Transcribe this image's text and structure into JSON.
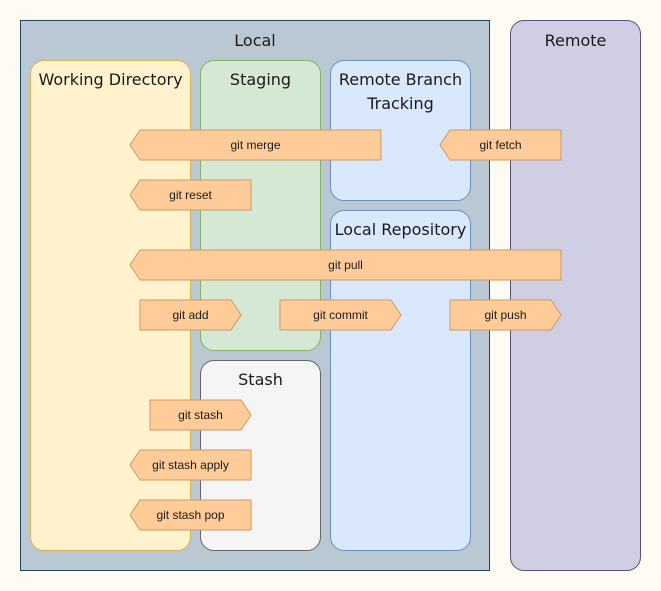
{
  "colors": {
    "local_fill": "#bac8d3",
    "remote_fill": "#d0cee2",
    "working_fill": "#fff2cc",
    "staging_fill": "#d5e8d4",
    "stash_fill": "#f5f5f5",
    "repo_fill": "#dae8fc",
    "arrow_fill": "#ffcc99",
    "arrow_stroke": "#c79a66"
  },
  "zones": {
    "local": "Local",
    "remote": "Remote",
    "working_directory": "Working Directory",
    "staging": "Staging",
    "stash": "Stash",
    "remote_branch_tracking_line1": "Remote Branch",
    "remote_branch_tracking_line2": "Tracking",
    "local_repository": "Local Repository"
  },
  "commands": [
    {
      "id": "git-merge",
      "label": "git merge",
      "direction": "left"
    },
    {
      "id": "git-fetch",
      "label": "git fetch",
      "direction": "left"
    },
    {
      "id": "git-reset",
      "label": "git reset",
      "direction": "left"
    },
    {
      "id": "git-pull",
      "label": "git pull",
      "direction": "left"
    },
    {
      "id": "git-add",
      "label": "git add",
      "direction": "right"
    },
    {
      "id": "git-commit",
      "label": "git commit",
      "direction": "right"
    },
    {
      "id": "git-push",
      "label": "git push",
      "direction": "right"
    },
    {
      "id": "git-stash",
      "label": "git stash",
      "direction": "right"
    },
    {
      "id": "git-stash-apply",
      "label": "git stash apply",
      "direction": "left"
    },
    {
      "id": "git-stash-pop",
      "label": "git stash pop",
      "direction": "left"
    }
  ]
}
